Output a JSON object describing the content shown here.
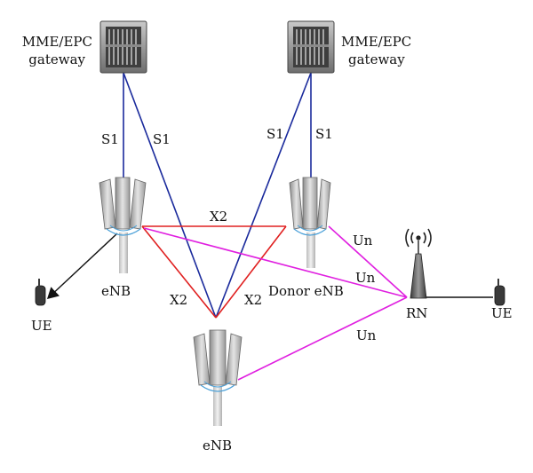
{
  "gateways": [
    {
      "label_line1": "MME/EPC",
      "label_line2": "gateway"
    },
    {
      "label_line1": "MME/EPC",
      "label_line2": "gateway"
    }
  ],
  "nodes": {
    "enb_left": "eNB",
    "donor_enb": "Donor eNB",
    "enb_bottom": "eNB",
    "relay_node": "RN",
    "ue_left": "UE",
    "ue_right": "UE"
  },
  "links": {
    "s1_left_vertical": "S1",
    "s1_left_diagonal": "S1",
    "s1_right_diagonal": "S1",
    "s1_right_vertical": "S1",
    "x2_top": "X2",
    "x2_left": "X2",
    "x2_right": "X2",
    "un_donor": "Un",
    "un_left_enb": "Un",
    "un_bottom_enb": "Un"
  },
  "colors": {
    "s1_link": "#1a2a9c",
    "x2_link": "#e02020",
    "un_link": "#e020e0",
    "ue_link": "#111111",
    "rn_ue_link": "#111111"
  }
}
